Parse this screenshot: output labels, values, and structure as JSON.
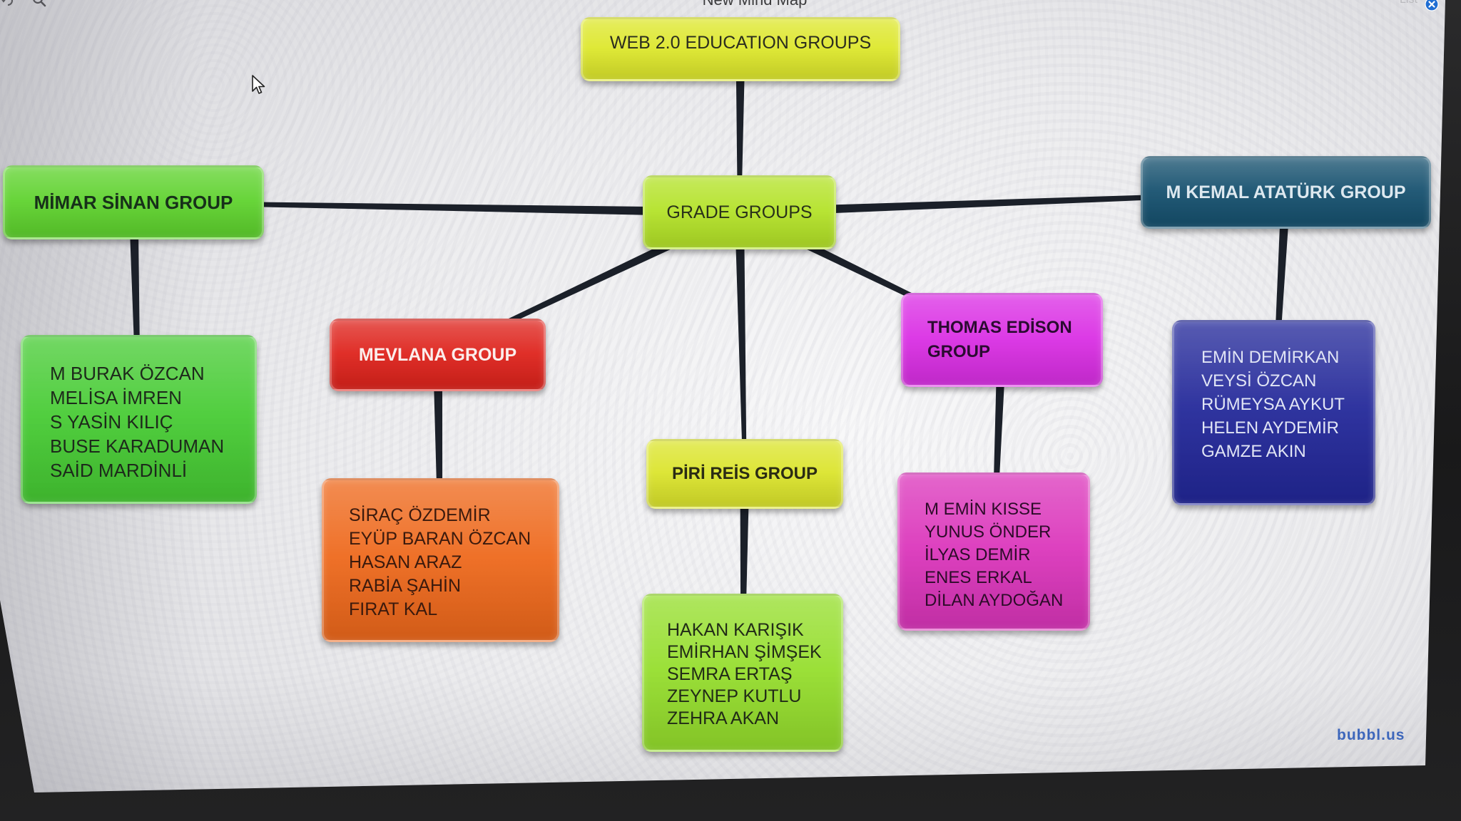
{
  "header": {
    "title": "New Mind Map",
    "list_label": "List"
  },
  "branding": {
    "logo": "bubbl.us"
  },
  "icons": [
    "undo-icon",
    "zoom-icon",
    "close-icon",
    "cursor-icon"
  ],
  "colors": {
    "connector": "#1b2029",
    "close_button": "#1f6dd2",
    "logo": "#3d66bb"
  },
  "mindmap": {
    "root": {
      "label": "WEB 2.0 EDUCATION GROUPS",
      "color": "#dde72b",
      "text_color": "#2b2d1e",
      "children": {
        "grade": {
          "label": "GRADE GROUPS",
          "color": "#b3e227",
          "text_color": "#29311a",
          "children": {
            "mimar": {
              "label": "MİMAR SİNAN GROUP",
              "color": "#5ed22d",
              "text_color": "#17301a",
              "children": {
                "members": {
                  "lines": [
                    "M BURAK ÖZCAN",
                    "MELİSA İMREN",
                    "S YASİN KILIÇ",
                    "BUSE KARADUMAN",
                    "SAİD MARDİNLİ"
                  ],
                  "color": "#46cb33",
                  "text_color": "#1d291b"
                }
              }
            },
            "mevlana": {
              "label": "MEVLANA GROUP",
              "color": "#de221b",
              "text_color": "#fbeeec",
              "children": {
                "members": {
                  "lines": [
                    "SİRAÇ ÖZDEMİR",
                    "EYÜP BARAN ÖZCAN",
                    "HASAN ARAZ",
                    "RABİA ŞAHİN",
                    "FIRAT KAL"
                  ],
                  "color": "#ee681b",
                  "text_color": "#3b1a0d"
                }
              }
            },
            "piri": {
              "label": "PİRİ REİS GROUP",
              "color": "#dbe42b",
              "text_color": "#2b2c14",
              "children": {
                "members": {
                  "lines": [
                    "HAKAN KARIŞIK",
                    "EMİRHAN ŞİMŞEK",
                    "SEMRA ERTAŞ",
                    "ZEYNEP KUTLU",
                    "ZEHRA AKAN"
                  ],
                  "color": "#95de2c",
                  "text_color": "#212b17"
                }
              }
            },
            "thomas": {
              "label": "THOMAS EDİSON GROUP",
              "color": "#da2ee4",
              "text_color": "#2b0b31",
              "children": {
                "members": {
                  "lines": [
                    "M EMİN KISSE",
                    "YUNUS ÖNDER",
                    "İLYAS DEMİR",
                    "ENES ERKAL",
                    "DİLAN AYDOĞAN"
                  ],
                  "color": "#db35bb",
                  "text_color": "#2d0b29"
                }
              }
            },
            "ataturk": {
              "label": "M KEMAL ATATÜRK GROUP",
              "color": "#15506e",
              "text_color": "#dde8ef",
              "children": {
                "members": {
                  "lines": [
                    "EMİN DEMİRKAN",
                    "VEYSİ ÖZCAN",
                    "RÜMEYSA AYKUT",
                    "HELEN AYDEMİR",
                    "GAMZE AKIN"
                  ],
                  "color": "#222799",
                  "text_color": "#e1e5f5"
                }
              }
            }
          }
        }
      }
    }
  }
}
